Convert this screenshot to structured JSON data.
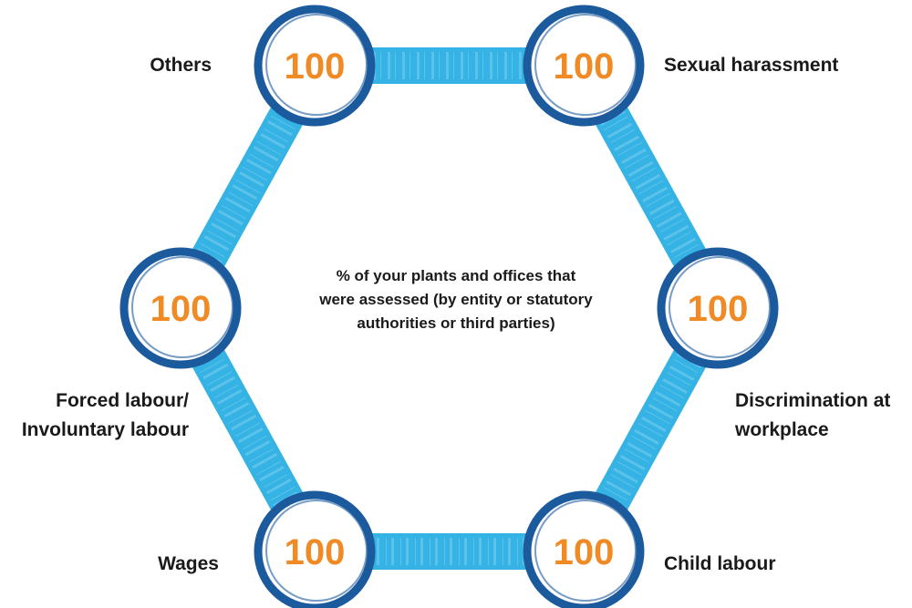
{
  "colors": {
    "band": "#34b3e4",
    "ring": "#1c5a9e",
    "value": "#f08a24",
    "text": "#1a1a1a"
  },
  "center_text": [
    "% of your plants and offices that",
    "were assessed (by entity or statutory",
    "authorities or third parties)"
  ],
  "nodes": [
    {
      "id": "others",
      "value": "100",
      "label": [
        "Others"
      ]
    },
    {
      "id": "sexual-harassment",
      "value": "100",
      "label": [
        "Sexual harassment"
      ]
    },
    {
      "id": "discrimination",
      "value": "100",
      "label": [
        "Discrimination at",
        "workplace"
      ]
    },
    {
      "id": "child-labour",
      "value": "100",
      "label": [
        "Child labour"
      ]
    },
    {
      "id": "wages",
      "value": "100",
      "label": [
        "Wages"
      ]
    },
    {
      "id": "forced-labour",
      "value": "100",
      "label": [
        "Forced labour/",
        "Involuntary labour"
      ]
    }
  ]
}
